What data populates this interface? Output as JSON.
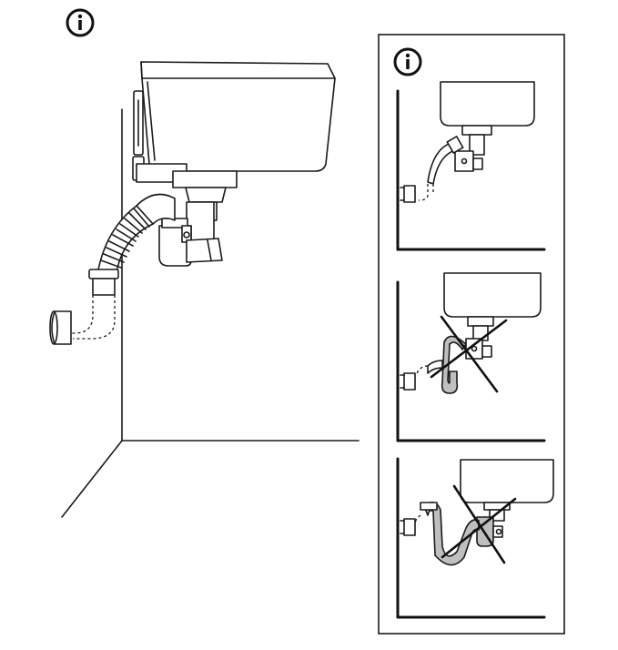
{
  "page": {
    "background": "#ffffff",
    "line_color": "#1a1a1a",
    "highlight_fill": "#bfbfbf"
  },
  "icons": {
    "main_info": "info-icon",
    "panel_info": "info-icon",
    "prohibited": "cross-mark"
  },
  "panels": [
    {
      "name": "correct-installation",
      "status": "allowed"
    },
    {
      "name": "incorrect-siphon-loop",
      "status": "prohibited"
    },
    {
      "name": "incorrect-double-trap",
      "status": "prohibited"
    }
  ]
}
